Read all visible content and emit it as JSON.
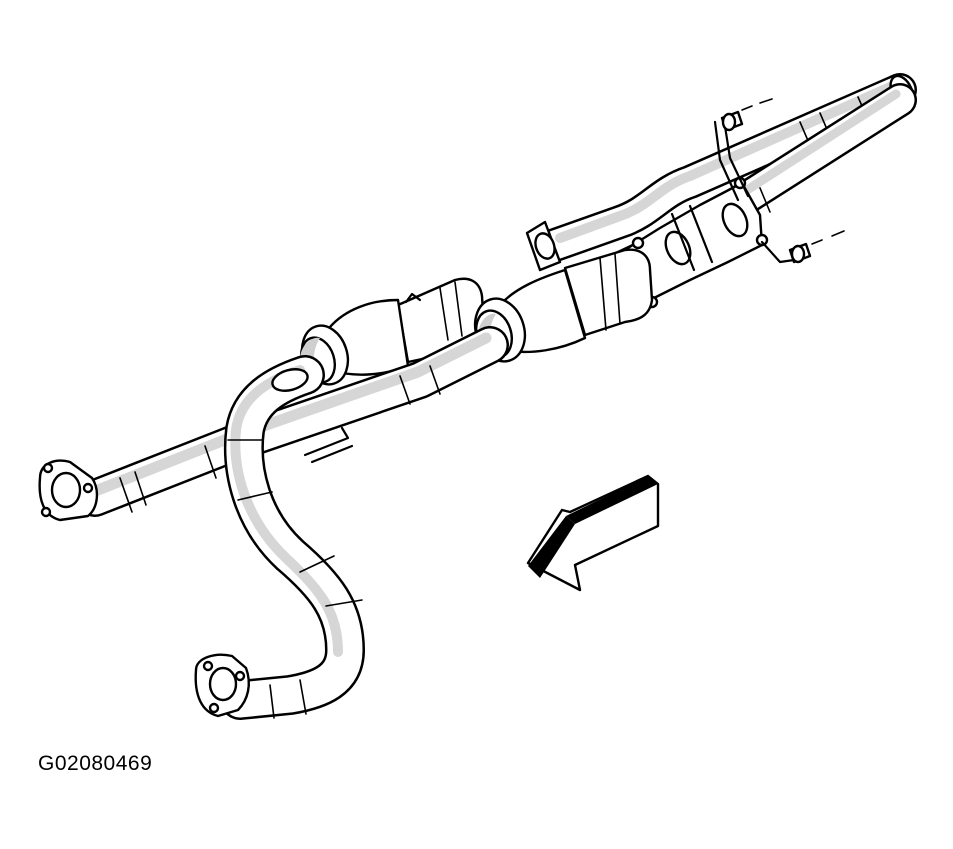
{
  "figure": {
    "id_label": "G02080469"
  },
  "colors": {
    "line": "#000000",
    "background": "#ffffff",
    "shading": "#cfcfcf"
  },
  "parts": [
    "left-exhaust-pipe",
    "right-exhaust-pipe",
    "front-catalytic-converter",
    "rear-catalytic-converter",
    "rear-flange-gasket",
    "flange-bolts",
    "front-direction-arrow"
  ]
}
